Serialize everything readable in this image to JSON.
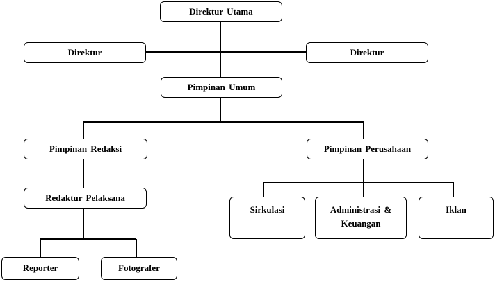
{
  "org_chart": {
    "direktur_utama": "Direktur Utama",
    "direktur_left": "Direktur",
    "direktur_right": "Direktur",
    "pimpinan_umum": "Pimpinan  Umum",
    "pimpinan_redaksi": "Pimpinan  Redaksi",
    "pimpinan_perusahaan": "Pimpinan  Perusahaan",
    "redaktur_pelaksana": "Redaktur  Pelaksana",
    "reporter": "Reporter",
    "fotografer": "Fotografer",
    "sirkulasi": "Sirkulasi",
    "administrasi_keuangan": "Administrasi  &\nKeuangan",
    "iklan": "Iklan"
  },
  "colors": {
    "line": "#000000",
    "box_border": "#000000",
    "background": "#ffffff"
  }
}
